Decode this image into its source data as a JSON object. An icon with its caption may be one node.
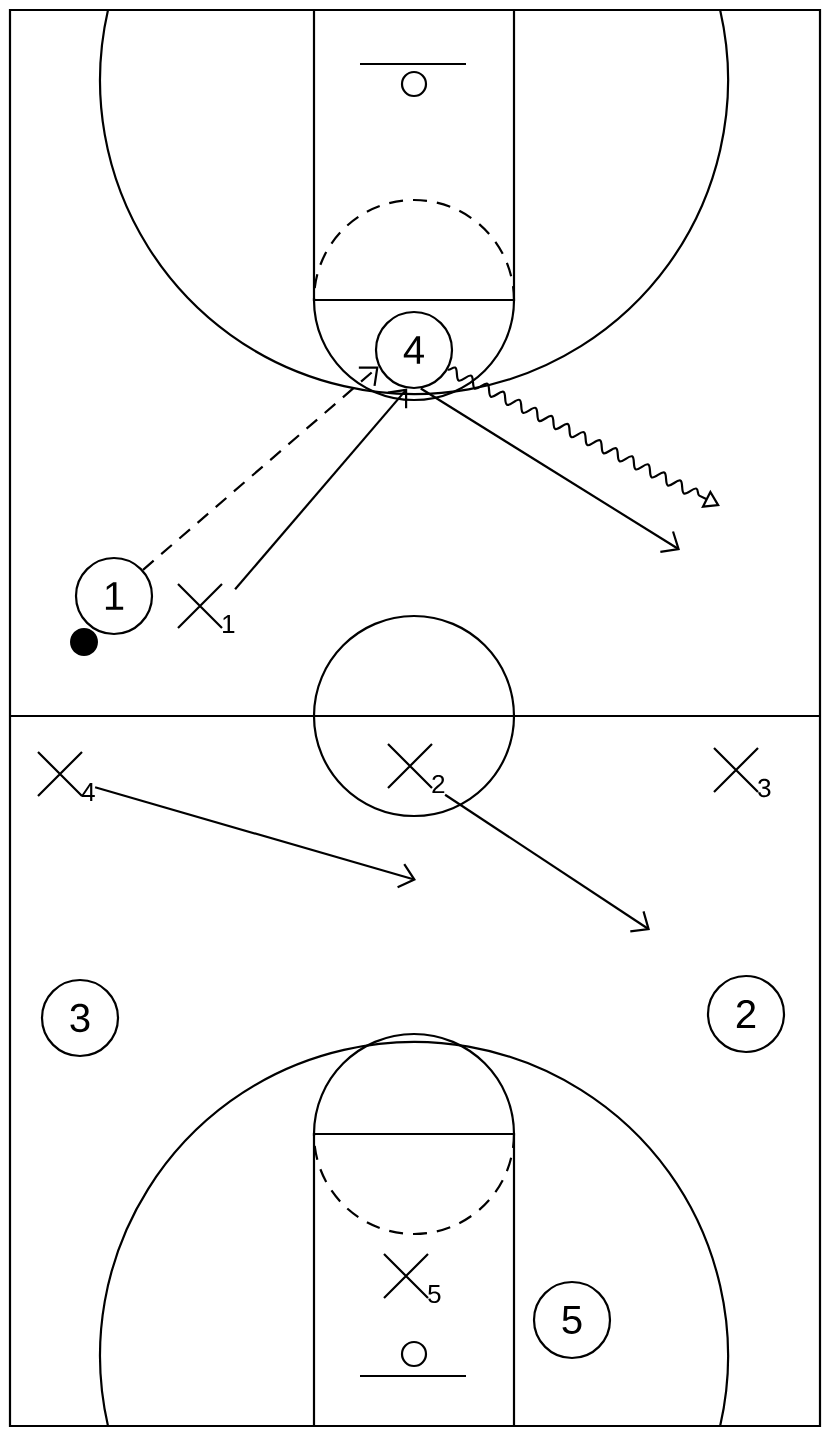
{
  "diagram": {
    "nodes": [
      {
        "text": [
          "4"
        ]
      },
      {
        "text": [
          "1"
        ]
      },
      {
        "text": [
          "1"
        ]
      },
      {
        "text": [
          "4"
        ]
      },
      {
        "text": [
          "2"
        ]
      },
      {
        "text": [
          "3"
        ]
      },
      {
        "text": [
          "3"
        ]
      },
      {
        "text": [
          "2"
        ]
      },
      {
        "text": [
          "5"
        ]
      },
      {
        "text": [
          "5"
        ]
      }
    ],
    "edges": [
      {
        "from": 1,
        "to": 0,
        "arrow": "to",
        "style": "dashed"
      },
      {
        "from": 2,
        "to": 0,
        "arrow": "to"
      },
      {
        "from": 0,
        "to": null,
        "arrow": "to"
      },
      {
        "from": 3,
        "to": null,
        "arrow": "to"
      },
      {
        "from": 4,
        "to": null,
        "arrow": "to"
      },
      {
        "from": 0,
        "to": null,
        "arrow": "to"
      }
    ]
  }
}
